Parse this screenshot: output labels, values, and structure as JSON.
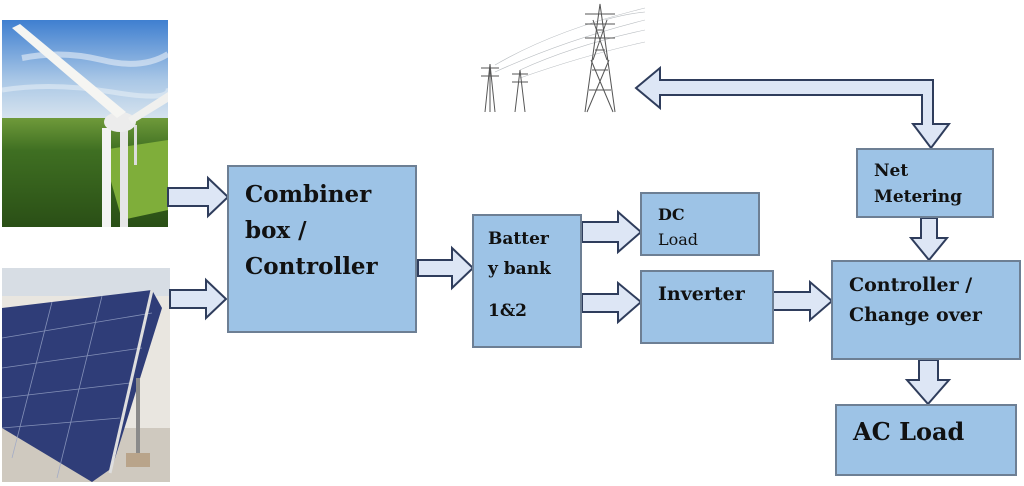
{
  "diagram": {
    "title": "",
    "images": {
      "wind": "wind-turbine-photo",
      "solar": "solar-panel-photo",
      "grid": "transmission-tower-photo"
    },
    "blocks": {
      "combiner": {
        "line1": "Combiner",
        "line2": "box /",
        "line3": "Controller"
      },
      "battery": {
        "line1": "Batter",
        "line2": "y bank",
        "line3": "1&2"
      },
      "dc_load": {
        "line1": "DC",
        "line2": "Load"
      },
      "inverter": {
        "line1": "Inverter"
      },
      "net_metering": {
        "line1": "Net",
        "line2": "Metering"
      },
      "changeover": {
        "line1": "Controller /",
        "line2": "Change over"
      },
      "ac_load": {
        "line1": "AC Load"
      }
    },
    "colors": {
      "block_fill": "#9dc3e6",
      "block_border": "#6d7f94",
      "arrow_fill": "#dde6f5",
      "arrow_border": "#2f3d5c"
    },
    "connections": [
      {
        "from": "wind",
        "to": "combiner"
      },
      {
        "from": "solar",
        "to": "combiner"
      },
      {
        "from": "combiner",
        "to": "battery"
      },
      {
        "from": "battery",
        "to": "dc_load"
      },
      {
        "from": "battery",
        "to": "inverter"
      },
      {
        "from": "inverter",
        "to": "changeover"
      },
      {
        "from": "grid",
        "to": "net_metering",
        "bidirectional": true
      },
      {
        "from": "net_metering",
        "to": "changeover"
      },
      {
        "from": "changeover",
        "to": "ac_load"
      }
    ]
  }
}
